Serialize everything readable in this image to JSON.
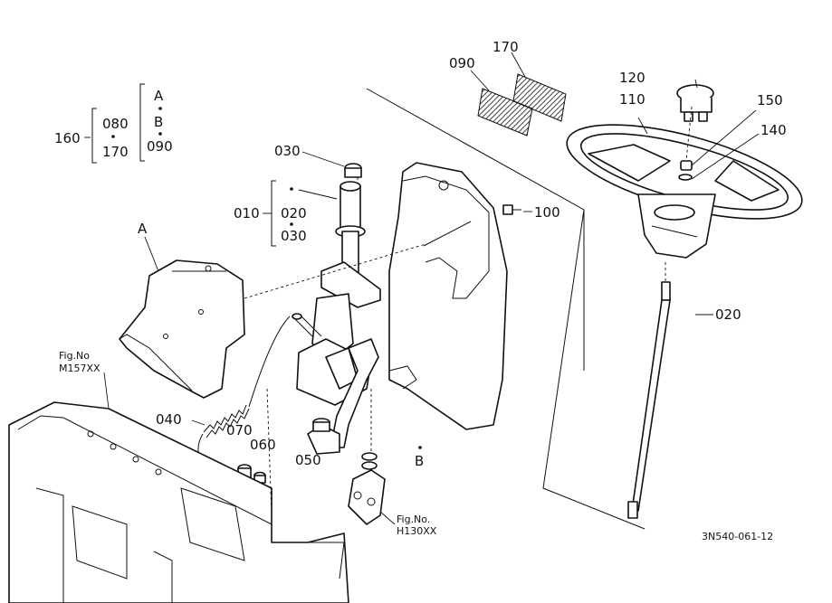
{
  "labels": {
    "p170_top": "170",
    "p090_top": "090",
    "p120": "120",
    "p110": "110",
    "p150": "150",
    "p140": "140",
    "p160": "160",
    "p080": "080",
    "p170_group": "170",
    "sym_a": "A",
    "sym_b": "B",
    "p090_group": "090",
    "p030": "030",
    "p010": "010",
    "p020_group": "020",
    "p030_group": "030",
    "p100": "100",
    "p020": "020",
    "callout_a": "A",
    "fig_m157_title": "Fig.No",
    "fig_m157_code": "M157XX",
    "p040": "040",
    "p070": "070",
    "p060": "060",
    "p050": "050",
    "callout_b": "B",
    "fig_h130_title": "Fig.No.",
    "fig_h130_code": "H130XX",
    "drawing_code": "3N540-061-12"
  }
}
